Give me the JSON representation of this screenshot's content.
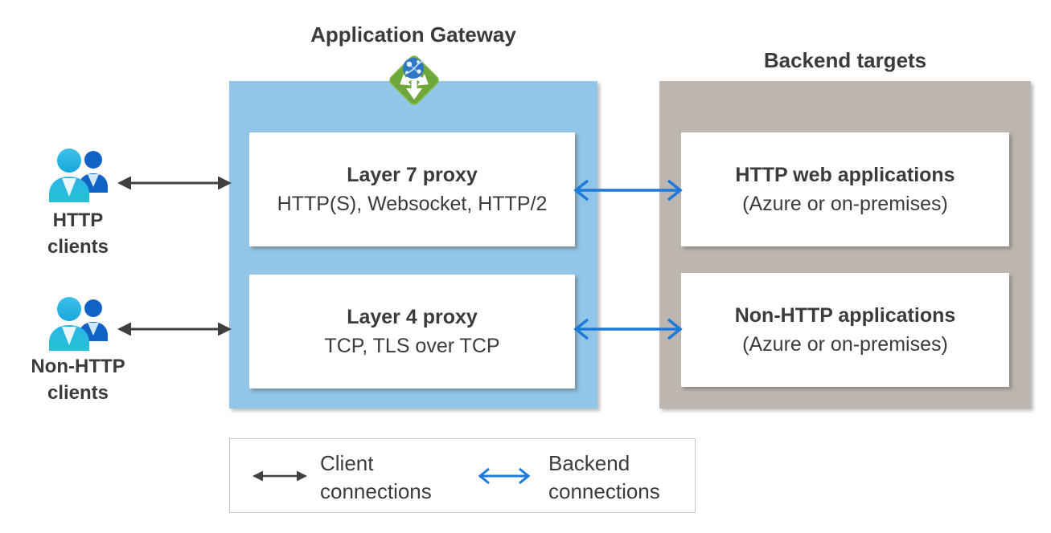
{
  "colors": {
    "page_bg": "#ffffff",
    "text": "#3b3b3b",
    "gateway_box": "#92c6e9",
    "backend_box": "#bdb6b0",
    "inner_box": "#ffffff",
    "client_arrow": "#404040",
    "backend_arrow": "#1e7ad7",
    "icon_green": "#6fa83a",
    "icon_globe_blue": "#2e77c2",
    "person_front": "#29b2e2",
    "person_back": "#1062c4",
    "legend_border": "#c6c6c6"
  },
  "gateway": {
    "title": "Application Gateway",
    "layers": [
      {
        "title": "Layer 7 proxy",
        "subtitle": "HTTP(S), Websocket, HTTP/2"
      },
      {
        "title": "Layer 4 proxy",
        "subtitle": "TCP, TLS over TCP"
      }
    ]
  },
  "backend": {
    "title": "Backend targets",
    "targets": [
      {
        "title": "HTTP web applications",
        "subtitle": "(Azure or on-premises)"
      },
      {
        "title": "Non-HTTP applications",
        "subtitle": "(Azure or on-premises)"
      }
    ]
  },
  "clients": [
    {
      "label": "HTTP\nclients"
    },
    {
      "label": "Non-HTTP\nclients"
    }
  ],
  "legend": {
    "items": [
      {
        "label": "Client\nconnections",
        "type": "client"
      },
      {
        "label": "Backend\nconnections",
        "type": "backend"
      }
    ]
  }
}
